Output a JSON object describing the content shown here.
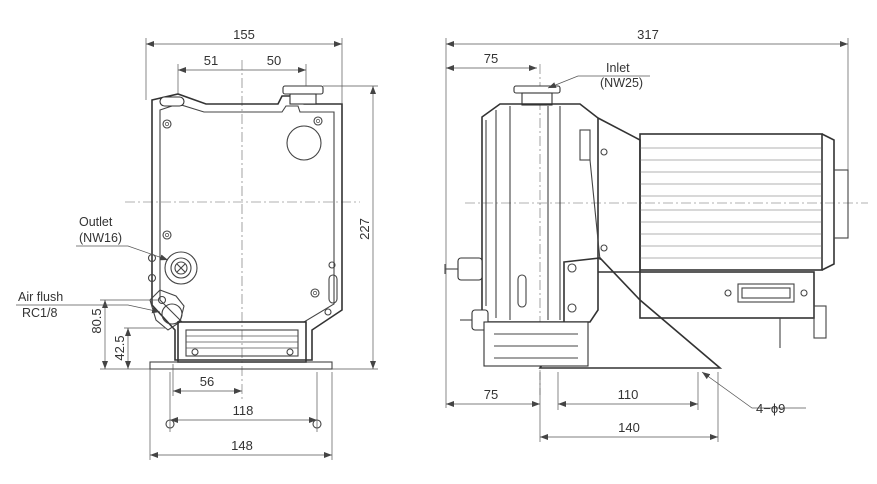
{
  "front_view": {
    "dimensions": {
      "overall_width": "155",
      "left_offset": "51",
      "right_offset": "50",
      "height": "227",
      "outlet_height": "80.5",
      "airflush_height": "42.5",
      "foot_offset": "56",
      "hole_pitch": "118",
      "base_width": "148"
    },
    "labels": {
      "outlet": "Outlet",
      "outlet_size": "(NW16)",
      "air_flush": "Air flush",
      "air_flush_size": "RC1/8"
    }
  },
  "side_view": {
    "dimensions": {
      "overall_length": "317",
      "inlet_offset": "75",
      "foot_offset": "75",
      "hole_pitch": "110",
      "base_length": "140",
      "holes": "4−ϕ9"
    },
    "labels": {
      "inlet": "Inlet",
      "inlet_size": "(NW25)"
    }
  }
}
